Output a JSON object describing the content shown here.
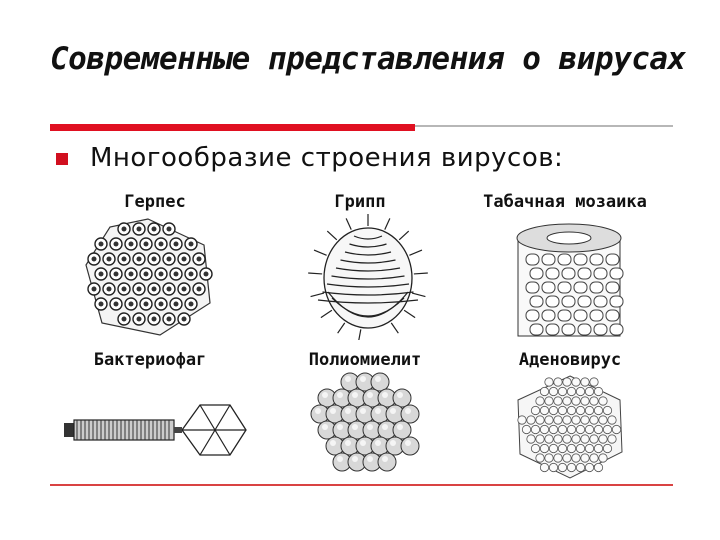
{
  "slide": {
    "title": "Современные представления о вирусах",
    "bullet": "Многообразие строения вирусов:"
  },
  "viruses": [
    {
      "label": "Герпес"
    },
    {
      "label": "Грипп"
    },
    {
      "label": "Табачная мозаика"
    },
    {
      "label": "Бактериофаг"
    },
    {
      "label": "Полиомиелит"
    },
    {
      "label": "Аденовирус"
    }
  ],
  "colors": {
    "accent_red": "#e01021",
    "rule_grey": "#b7b7b7",
    "text": "#111111"
  },
  "icons": {
    "bullet": "square-bullet-icon"
  }
}
